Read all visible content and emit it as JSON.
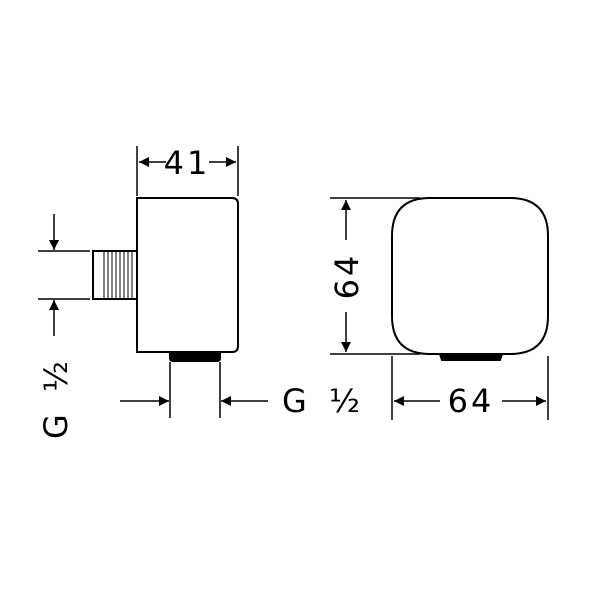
{
  "dimensions": {
    "side_width": "41",
    "side_height": "64",
    "front_width": "64",
    "thread_side": "G ½",
    "thread_bottom": "G ½"
  },
  "colors": {
    "line": "#000000",
    "background": "#ffffff"
  }
}
